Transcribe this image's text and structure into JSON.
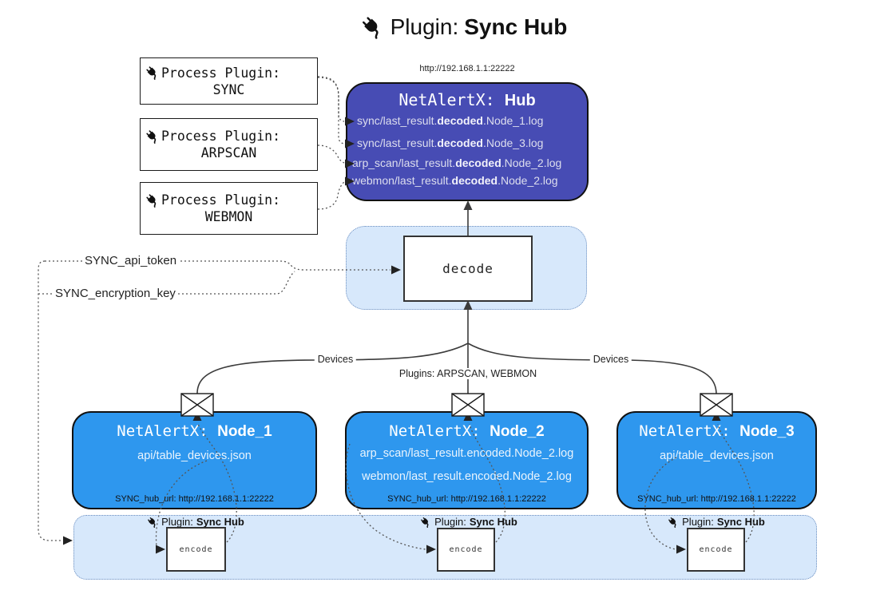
{
  "title": {
    "prefix": "Plugin:",
    "name": "Sync Hub"
  },
  "hub": {
    "url": "http://192.168.1.1:22222",
    "name_prefix": "NetAlertX:",
    "name": "Hub",
    "files": [
      {
        "pre": "sync/last_result.",
        "bold": "decoded",
        "post": ".Node_1.log"
      },
      {
        "pre": "sync/last_result.",
        "bold": "decoded",
        "post": ".Node_3.log"
      },
      {
        "pre": "arp_scan/last_result.",
        "bold": "decoded",
        "post": ".Node_2.log"
      },
      {
        "pre": "webmon/last_result.",
        "bold": "decoded",
        "post": ".Node_2.log"
      }
    ]
  },
  "process_plugins": [
    {
      "label": "Process Plugin:",
      "name": "SYNC"
    },
    {
      "label": "Process Plugin:",
      "name": "ARPSCAN"
    },
    {
      "label": "Process Plugin:",
      "name": "WEBMON"
    }
  ],
  "decode_label": "decode",
  "tokens": {
    "api_token": "SYNC_api_token",
    "encryption_key": "SYNC_encryption_key"
  },
  "edges": {
    "devices_left": "Devices",
    "plugins_middle": "Plugins: ARPSCAN, WEBMON",
    "devices_right": "Devices"
  },
  "nodes": [
    {
      "name_prefix": "NetAlertX:",
      "name": "Node_1",
      "files": [
        "api/table_devices.json"
      ],
      "hub_url": "SYNC_hub_url: http://192.168.1.1:22222"
    },
    {
      "name_prefix": "NetAlertX:",
      "name": "Node_2",
      "files": [
        "arp_scan/last_result.encoded.Node_2.log",
        "webmon/last_result.encoded.Node_2.log"
      ],
      "hub_url": "SYNC_hub_url: http://192.168.1.1:22222"
    },
    {
      "name_prefix": "NetAlertX:",
      "name": "Node_3",
      "files": [
        "api/table_devices.json"
      ],
      "hub_url": "SYNC_hub_url: http://192.168.1.1:22222"
    }
  ],
  "encoders": [
    {
      "label_prefix": "Plugin:",
      "label_name": "Sync Hub",
      "box": "encode"
    },
    {
      "label_prefix": "Plugin:",
      "label_name": "Sync Hub",
      "box": "encode"
    },
    {
      "label_prefix": "Plugin:",
      "label_name": "Sync Hub",
      "box": "encode"
    }
  ],
  "colors": {
    "hub_fill": "#474CB4",
    "node_fill": "#2E97EE",
    "panel_fill": "#D7E8FB",
    "panel_border": "#6C8EBF"
  }
}
